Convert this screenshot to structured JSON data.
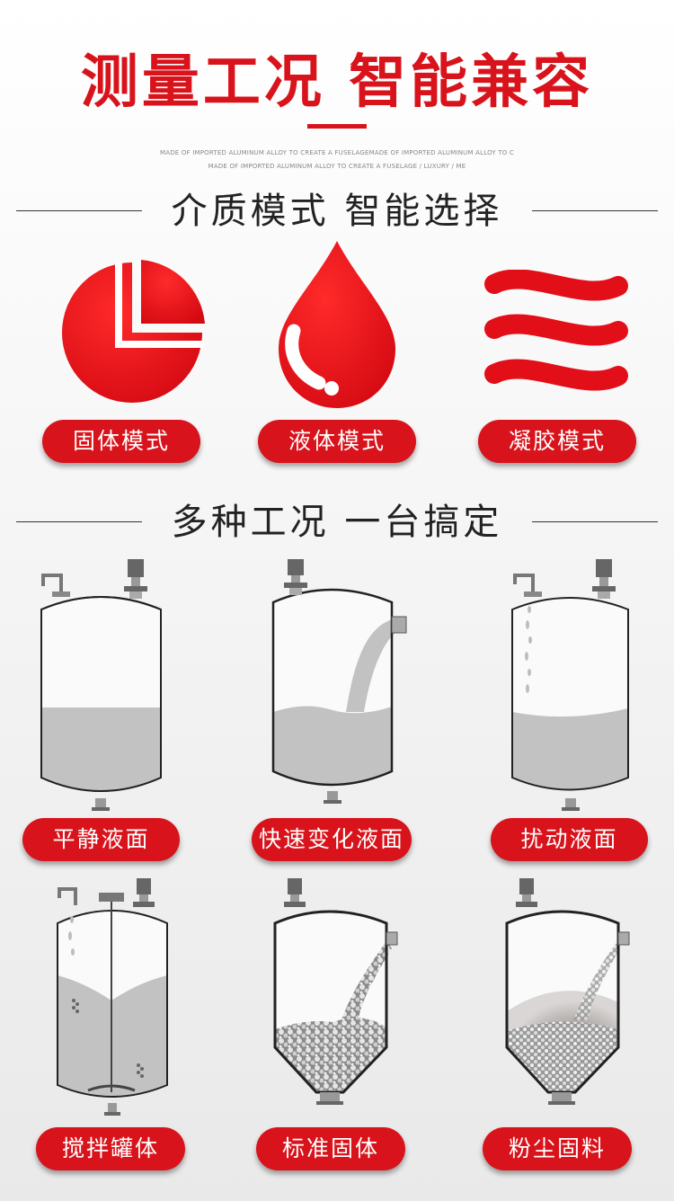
{
  "title": "测量工况  智能兼容",
  "sub_line1": "MADE OF IMPORTED ALUMINUM ALLOY TO CREATE A FUSELAGEMADE OF IMPORTED ALUMINUM ALLOY TO C",
  "sub_line2": "MADE OF IMPORTED ALUMINUM ALLOY TO CREATE A FUSELAGE / LUXURY / ME",
  "section1": "介质模式  智能选择",
  "section2": "多种工况  一台搞定",
  "modes": [
    {
      "label": "固体模式",
      "icon": "pie-chart-icon"
    },
    {
      "label": "液体模式",
      "icon": "water-drop-icon"
    },
    {
      "label": "凝胶模式",
      "icon": "waves-icon"
    }
  ],
  "conditions": [
    {
      "label": "平静液面"
    },
    {
      "label": "快速变化液面"
    },
    {
      "label": "扰动液面"
    },
    {
      "label": "搅拌罐体"
    },
    {
      "label": "标准固体"
    },
    {
      "label": "粉尘固料"
    }
  ],
  "colors": {
    "accent": "#d8131b",
    "liquid": "#bfbfbf",
    "tank_stroke": "#222222"
  }
}
